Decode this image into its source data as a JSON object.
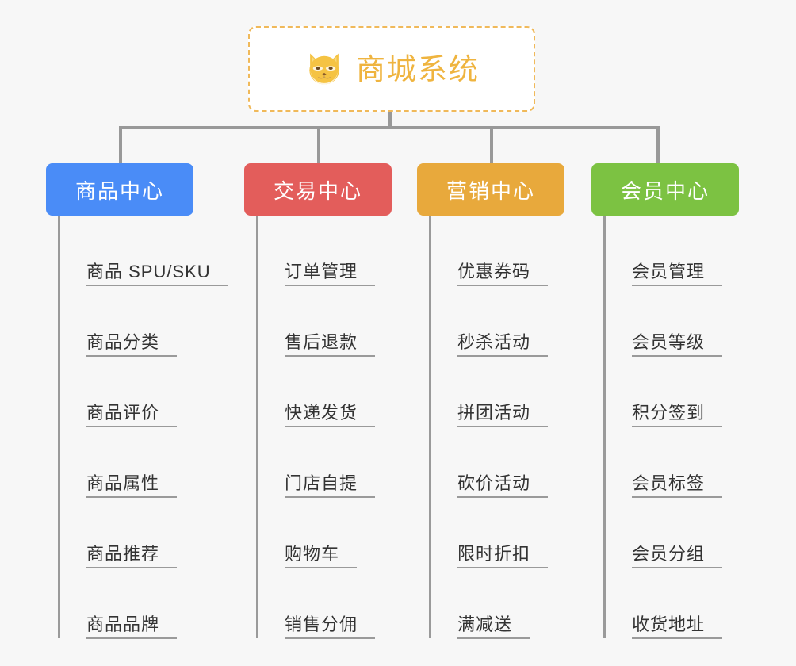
{
  "background_color": "#f7f7f7",
  "root": {
    "title": "商城系统",
    "icon": "shiba-dog-icon",
    "text_color": "#efb43f",
    "border_color": "#f0b95a",
    "background_color": "#ffffff"
  },
  "connector_color": "#999999",
  "branches": [
    {
      "label": "商品中心",
      "color": "#4a8cf7",
      "items": [
        "商品 SPU/SKU",
        "商品分类",
        "商品评价",
        "商品属性",
        "商品推荐",
        "商品品牌"
      ]
    },
    {
      "label": "交易中心",
      "color": "#e35d5b",
      "items": [
        "订单管理",
        "售后退款",
        "快递发货",
        "门店自提",
        "购物车",
        "销售分佣"
      ]
    },
    {
      "label": "营销中心",
      "color": "#e8a93c",
      "items": [
        "优惠券码",
        "秒杀活动",
        "拼团活动",
        "砍价活动",
        "限时折扣",
        "满减送"
      ]
    },
    {
      "label": "会员中心",
      "color": "#7cc242",
      "items": [
        "会员管理",
        "会员等级",
        "积分签到",
        "会员标签",
        "会员分组",
        "收货地址"
      ]
    }
  ]
}
